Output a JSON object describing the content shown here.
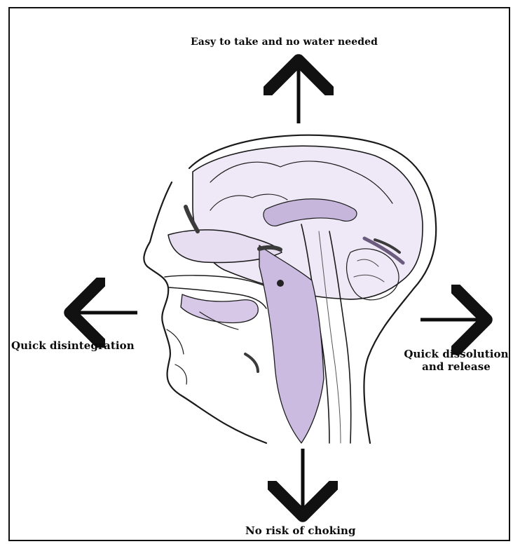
{
  "labels": {
    "top": "Easy to take and no water needed",
    "left": "Quick disintegration",
    "right_line1": "Quick dissolution",
    "right_line2": "and release",
    "bottom": "No risk of choking"
  },
  "colors": {
    "ink": "#111111",
    "tint": "#b7a6cc"
  },
  "icons": {
    "head": "head-cross-section-icon",
    "arrow_up": "arrow-up-icon",
    "arrow_left": "arrow-left-icon",
    "arrow_right": "arrow-right-icon",
    "arrow_down": "arrow-down-icon"
  }
}
